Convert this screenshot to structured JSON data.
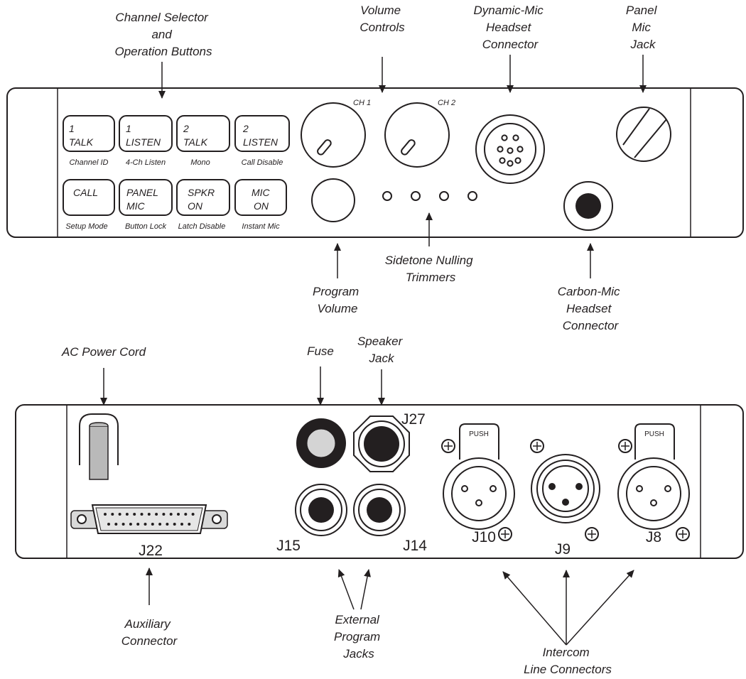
{
  "front_panel": {
    "callouts": {
      "channel_selector": [
        "Channel Selector",
        "and",
        "Operation Buttons"
      ],
      "volume_controls": [
        "Volume",
        "Controls"
      ],
      "dynamic_mic": [
        "Dynamic-Mic",
        "Headset",
        "Connector"
      ],
      "panel_mic": [
        "Panel",
        "Mic",
        "Jack"
      ],
      "program_volume": [
        "Program",
        "Volume"
      ],
      "sidetone": [
        "Sidetone Nulling",
        "Trimmers"
      ],
      "carbon_mic": [
        "Carbon-Mic",
        "Headset",
        "Connector"
      ]
    },
    "buttons": [
      {
        "lines": [
          "1",
          "TALK"
        ],
        "sub": "Channel ID"
      },
      {
        "lines": [
          "1",
          "LISTEN"
        ],
        "sub": "4-Ch Listen"
      },
      {
        "lines": [
          "2",
          "TALK"
        ],
        "sub": "Mono"
      },
      {
        "lines": [
          "2",
          "LISTEN"
        ],
        "sub": "Call Disable"
      },
      {
        "lines": [
          "CALL"
        ],
        "sub": "Setup Mode"
      },
      {
        "lines": [
          "PANEL",
          "MIC"
        ],
        "sub": "Button Lock"
      },
      {
        "lines": [
          "SPKR",
          "ON"
        ],
        "sub": "Latch Disable"
      },
      {
        "lines": [
          "MIC",
          "ON"
        ],
        "sub": "Instant Mic"
      }
    ],
    "knob_labels": {
      "ch1": "CH 1",
      "ch2": "CH 2"
    }
  },
  "rear_panel": {
    "callouts": {
      "ac_power": [
        "AC Power Cord"
      ],
      "fuse": [
        "Fuse"
      ],
      "speaker_jack": [
        "Speaker",
        "Jack"
      ],
      "auxiliary": [
        "Auxiliary",
        "Connector"
      ],
      "external_program": [
        "External",
        "Program",
        "Jacks"
      ],
      "intercom_lines": [
        "Intercom",
        "Line Connectors"
      ]
    },
    "jack_labels": {
      "j22": "J22",
      "j27": "J27",
      "j15": "J15",
      "j14": "J14",
      "j10": "J10",
      "j9": "J9",
      "j8": "J8"
    },
    "push_label": "PUSH"
  }
}
